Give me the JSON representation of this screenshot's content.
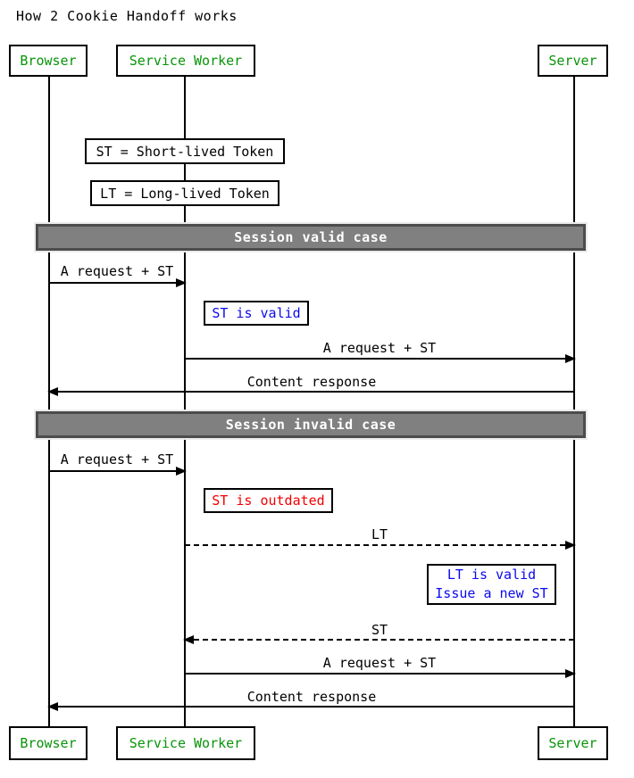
{
  "diagram": {
    "title": "How 2 Cookie Handoff works",
    "actors": {
      "browser": "Browser",
      "service_worker": "Service Worker",
      "server": "Server"
    },
    "legend": {
      "st": "ST = Short-lived Token",
      "lt": "LT = Long-lived Token"
    },
    "sections": {
      "valid": "Session valid case",
      "invalid": "Session invalid case"
    },
    "messages": {
      "m0": "A request + ST",
      "m1": "A request + ST",
      "m2": "Content response",
      "m3": "A request + ST",
      "m4": "LT",
      "m5": "ST",
      "m6": "A request + ST",
      "m7": "Content response"
    },
    "notes": {
      "st_valid": "ST is valid",
      "st_outdated": "ST is outdated",
      "lt_valid_line1": "LT is valid",
      "lt_valid_line2": "Issue a new ST"
    },
    "colors": {
      "actor_text": "#089408",
      "note_info": "#0a0aee",
      "note_error": "#f20000",
      "section_fill": "#808080",
      "section_border": "#4c4c4c"
    }
  }
}
